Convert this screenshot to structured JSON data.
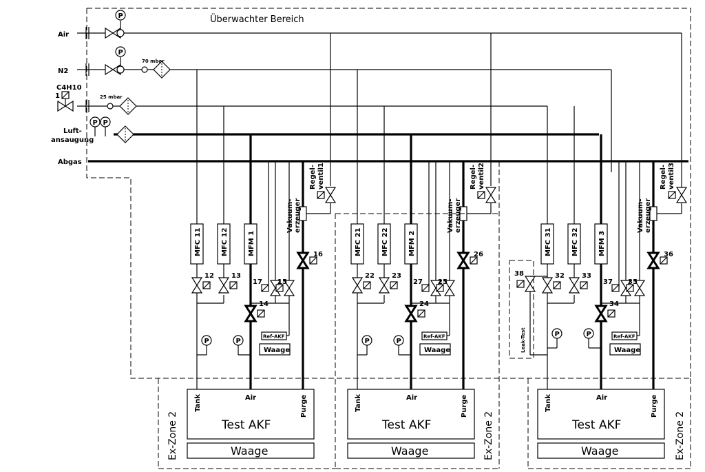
{
  "area_title": "Überwachter Bereich",
  "supply_lines": {
    "air": "Air",
    "n2": "N2",
    "c4h10": "C4H10",
    "c4h10_valve": "1",
    "luft1": "Luft-",
    "luft2": "ansaugung",
    "abgas": "Abgas",
    "p_label": "P",
    "pressure_n2": "70 mbar",
    "pressure_c4h10": "25 mbar"
  },
  "units": [
    {
      "mfc_a": "MFC 11",
      "mfc_b": "MFC 12",
      "mfm": "MFM 1",
      "valve_a": "12",
      "valve_b": "13",
      "valve_mfm": "14",
      "valve_ref1": "15",
      "valve_ref2": "17",
      "valve_purge": "16",
      "regel1": "Regel-",
      "regel2": "ventil1",
      "vak1": "Vakuum-",
      "vak2": "erzeuger",
      "ref_akf": "Ref-AKF",
      "waage_small": "Waage",
      "tank": "Tank",
      "air": "Air",
      "purge": "Purge",
      "test": "Test AKF",
      "waage": "Waage",
      "zone": "Ex-Zone 2"
    },
    {
      "mfc_a": "MFC 21",
      "mfc_b": "MFC 22",
      "mfm": "MFM 2",
      "valve_a": "22",
      "valve_b": "23",
      "valve_mfm": "24",
      "valve_ref1": "25",
      "valve_ref2": "27",
      "valve_purge": "26",
      "regel1": "Regel-",
      "regel2": "ventil2",
      "vak1": "Vakuum-",
      "vak2": "erzeuger",
      "ref_akf": "Ref-AKF",
      "waage_small": "Waage",
      "tank": "Tank",
      "air": "Air",
      "purge": "Purge",
      "test": "Test AKF",
      "waage": "Waage",
      "zone": "Ex-Zone 2"
    },
    {
      "mfc_a": "MFC 31",
      "mfc_b": "MFC 32",
      "mfm": "MFM 3",
      "valve_a": "32",
      "valve_b": "33",
      "valve_mfm": "34",
      "valve_ref1": "35",
      "valve_ref2": "37",
      "valve_purge": "36",
      "regel1": "Regel-",
      "regel2": "ventil3",
      "vak1": "Vakuum-",
      "vak2": "erzeuger",
      "ref_akf": "Ref-AKF",
      "waage_small": "Waage",
      "tank": "Tank",
      "air": "Air",
      "purge": "Purge",
      "test": "Test AKF",
      "waage": "Waage",
      "zone": "Ex-Zone 2",
      "leak_valve": "38",
      "leak_test": "Leak-Test"
    }
  ]
}
